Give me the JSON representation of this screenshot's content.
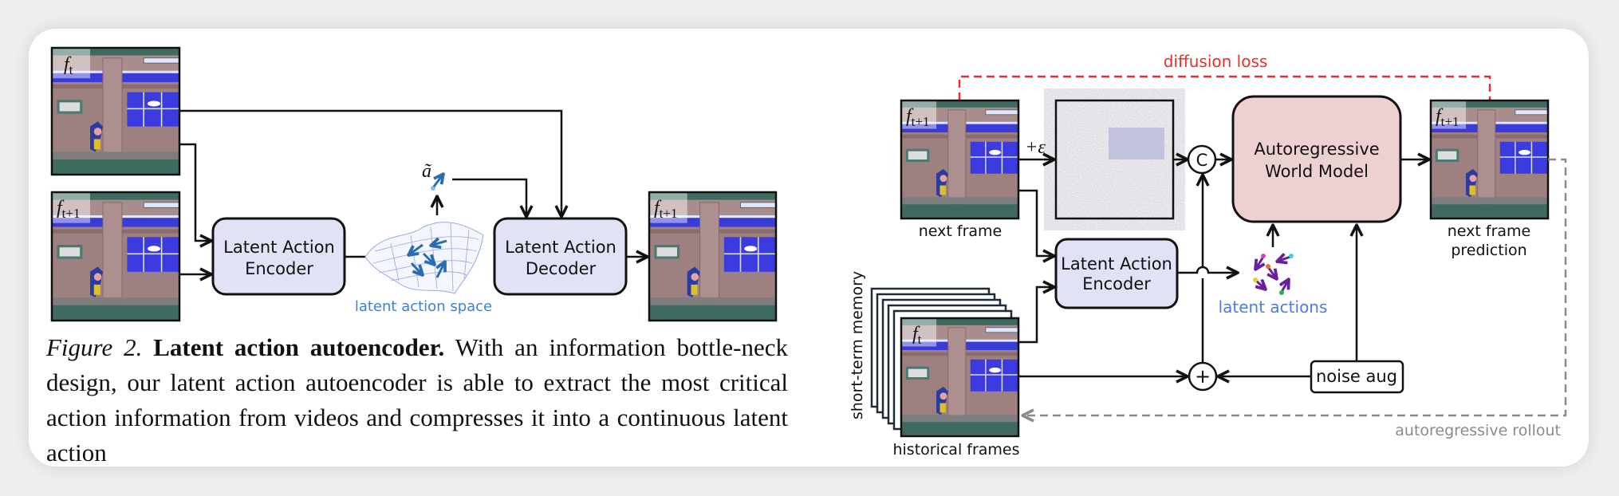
{
  "left_diagram": {
    "frame_input_t": {
      "symbol": "f",
      "subscript": "t"
    },
    "frame_input_t1": {
      "symbol": "f",
      "subscript": "t+1"
    },
    "frame_output_t1": {
      "symbol": "f",
      "subscript": "t+1"
    },
    "encoder": {
      "line1": "Latent Action",
      "line2": "Encoder"
    },
    "decoder": {
      "line1": "Latent Action",
      "line2": "Decoder"
    },
    "latent_space_label": "latent action space",
    "action_symbol": "ã"
  },
  "caption": {
    "figure_label": "Figure 2.",
    "title": "Latent action autoencoder.",
    "body": "With an information bottle-neck design, our latent action autoencoder is able to extract the most critical action information from videos and compresses it into a continuous latent action"
  },
  "right_diagram": {
    "loss_label": "diffusion loss",
    "next_frame": {
      "symbol": "f",
      "subscript": "t+1",
      "label": "next frame"
    },
    "noise_label": "+ε",
    "concat_symbol": "C",
    "world_model": {
      "line1": "Autoregressive",
      "line2": "World Model"
    },
    "prediction": {
      "symbol": "f",
      "subscript": "t+1",
      "line1": "next frame",
      "line2": "prediction"
    },
    "encoder": {
      "line1": "Latent Action",
      "line2": "Encoder"
    },
    "latent_actions_label": "latent actions",
    "history": {
      "symbol": "f",
      "subscript": "t",
      "label": "historical frames",
      "memory_label": "short-term memory"
    },
    "add_symbol": "+",
    "noise_aug_label": "noise aug",
    "rollout_label": "autoregressive rollout"
  },
  "colors": {
    "loss": "#e8302a",
    "latent_blue": "#3f7fd6",
    "latent_actions_blue": "#4a7de8",
    "module_fill": "#dfe3f5",
    "world_model_fill": "#ecd0d2",
    "rollout_gray": "#8a8a8a",
    "action_arrows": "#6a1fa0"
  }
}
